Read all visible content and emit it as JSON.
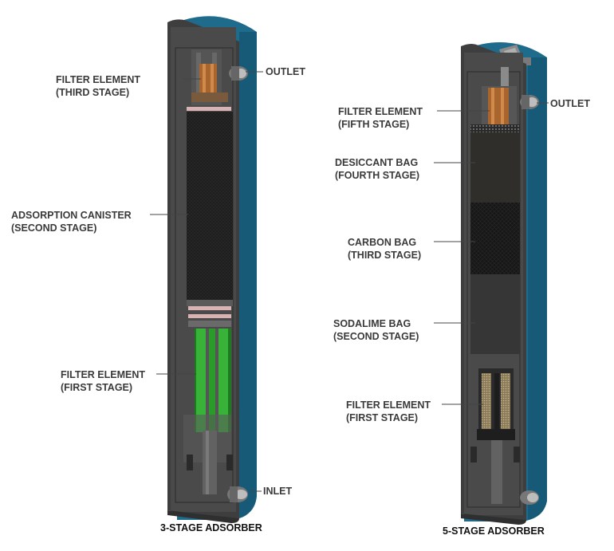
{
  "left": {
    "caption": "3-STAGE ADSORBER",
    "outlet": "OUTLET",
    "inlet": "INLET",
    "filter_third": [
      "FILTER ELEMENT",
      "(THIRD STAGE)"
    ],
    "adsorption": [
      "ADSORPTION CANISTER",
      "(SECOND STAGE)"
    ],
    "filter_first": [
      "FILTER ELEMENT",
      "(FIRST STAGE)"
    ]
  },
  "right": {
    "caption": "5-STAGE ADSORBER",
    "outlet": "OUTLET",
    "filter_fifth": [
      "FILTER ELEMENT",
      "(FIFTH STAGE)"
    ],
    "desiccant": [
      "DESICCANT BAG",
      "(FOURTH STAGE)"
    ],
    "carbon": [
      "CARBON BAG",
      "(THIRD STAGE)"
    ],
    "sodalime": [
      "SODALIME BAG",
      "(SECOND STAGE)"
    ],
    "filter_first": [
      "FILTER ELEMENT",
      "(FIRST STAGE)"
    ]
  },
  "colors": {
    "shell_blue": "#1f6b8c",
    "shell_dark": "#3c3c3c",
    "cutaway": "#505050",
    "canister": "#1e1e1e",
    "filter_green": "#2fa32f",
    "brass": "#b8743a"
  }
}
